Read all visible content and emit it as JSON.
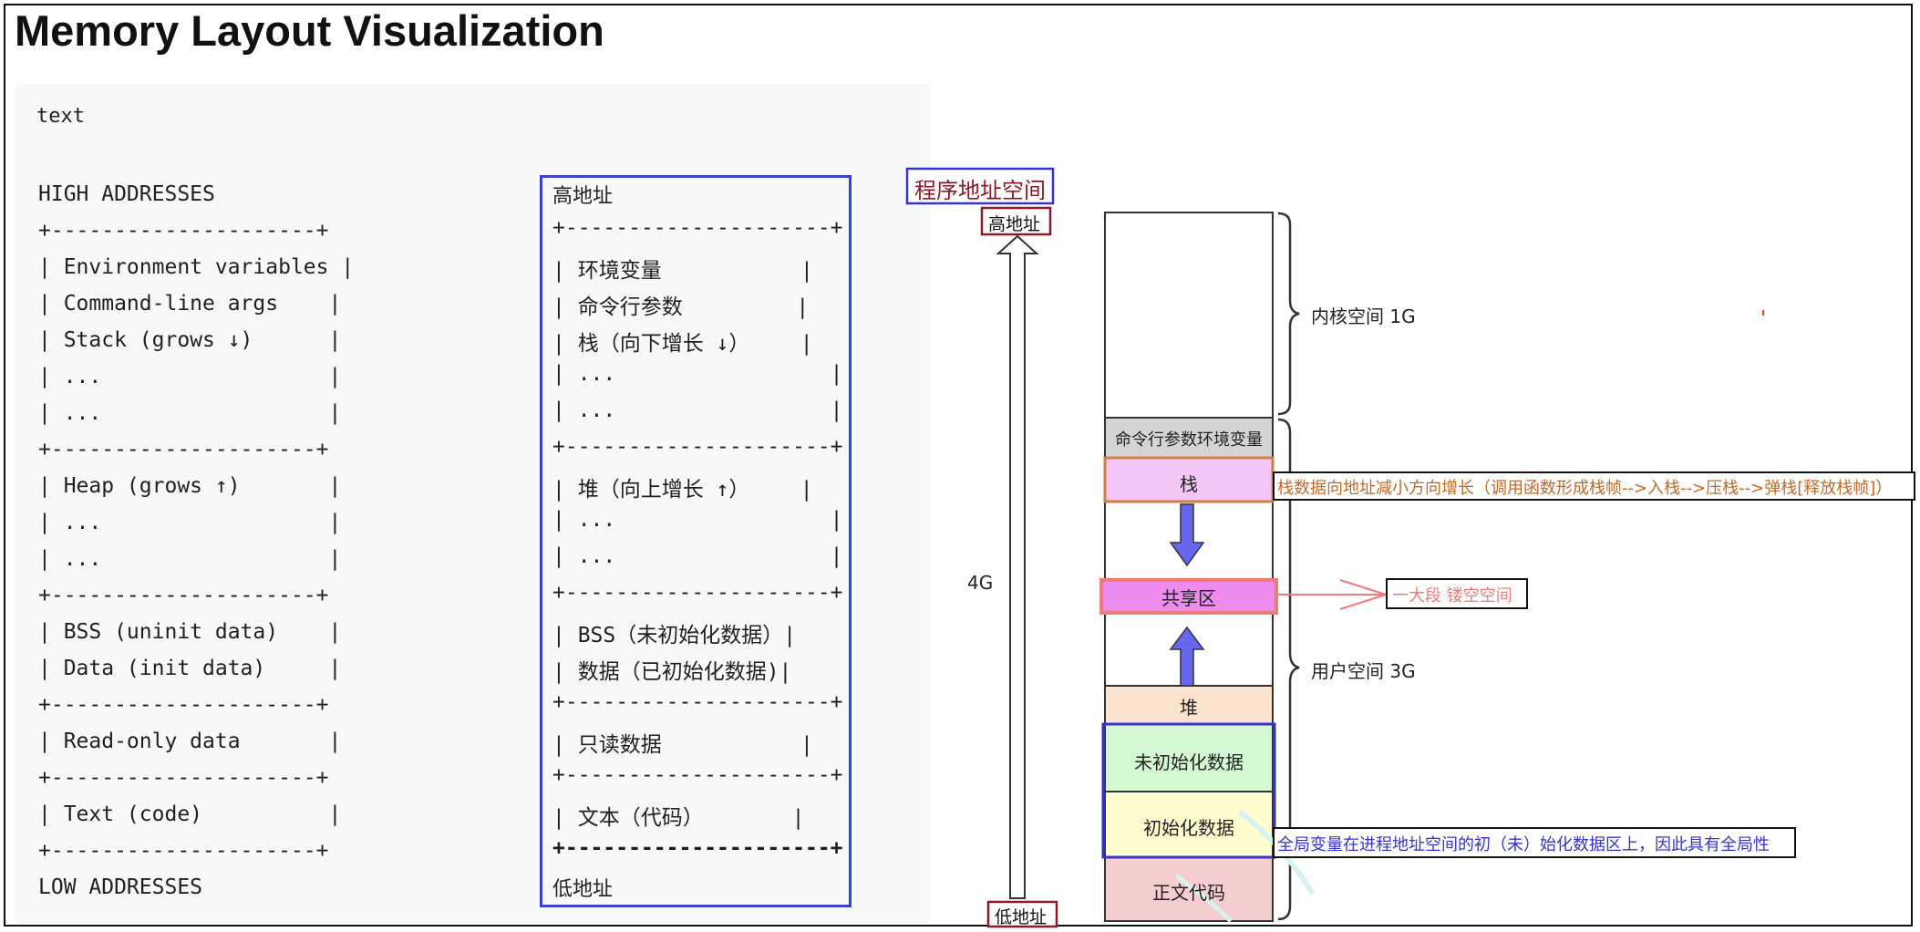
{
  "page": {
    "title": "Memory Layout Visualization"
  },
  "code_block": {
    "lang": "text",
    "high": "HIGH ADDRESSES",
    "sep": "+---------------------+",
    "low": "LOW ADDRESSES",
    "rows": {
      "r1": "| Environment variables |",
      "r2": "| Command-line args    |",
      "r3": "| Stack (grows ↓)      |",
      "r4": "| ...                  |",
      "r5": "| ...                  |",
      "r6": "| Heap (grows ↑)       |",
      "r7": "| ...                  |",
      "r8": "| ...                  |",
      "r9": "| BSS (uninit data)    |",
      "r10": "| Data (init data)     |",
      "r11": "| Read-only data       |",
      "r12": "| Text (code)          |"
    }
  },
  "cn_block": {
    "high": "高地址",
    "low": "低地址",
    "sep": "+---------------------+",
    "sep_bold": "+---------------------+",
    "rows": {
      "r1": "| 环境变量           |",
      "r2": "| 命令行参数         |",
      "r3": "| 栈（向下增长 ↓）    |",
      "r4": "| ...                 |",
      "r5": "| ...                 |",
      "r6": "| 堆（向上增长 ↑）    |",
      "r7": "| ...                 |",
      "r8": "| ...                 |",
      "r9": "| BSS（未初始化数据）|",
      "r10": "| 数据（已初始化数据)|",
      "r11": "| 只读数据           |",
      "r12": "| 文本（代码）       |"
    }
  },
  "diagram": {
    "title": "程序地址空间",
    "high_label": "高地址",
    "low_label": "低地址",
    "size_label": "4G",
    "kernel_label": "内核空间 1G",
    "user_label": "用户空间 3G",
    "segments": {
      "args": "命令行参数环境变量",
      "stack": "栈",
      "shared": "共享区",
      "heap": "堆",
      "bss": "未初始化数据",
      "data": "初始化数据",
      "text": "正文代码"
    },
    "annotations": {
      "stack_note": "栈数据向地址减小方向增长（调用函数形成栈帧-->入栈-->压栈-->弹栈[释放栈帧]）",
      "shared_note": "一大段 镂空空间",
      "global_note": "全局变量在进程地址空间的初（未）始化数据区上，因此具有全局性"
    },
    "colors": {
      "kernel": "#ffffff",
      "args": "#d4d4d4",
      "stack": "#f4c6f6",
      "shared": "#ee8bee",
      "heap": "#fbe3cd",
      "bss": "#d4f8d2",
      "data": "#fffcd0",
      "text": "#f6cdce",
      "arrow_fill": "#6767ee",
      "red": "#8b1a2a",
      "blue": "#3434c8",
      "orange": "#c06a2a",
      "salmon": "#ee7b7b"
    }
  }
}
